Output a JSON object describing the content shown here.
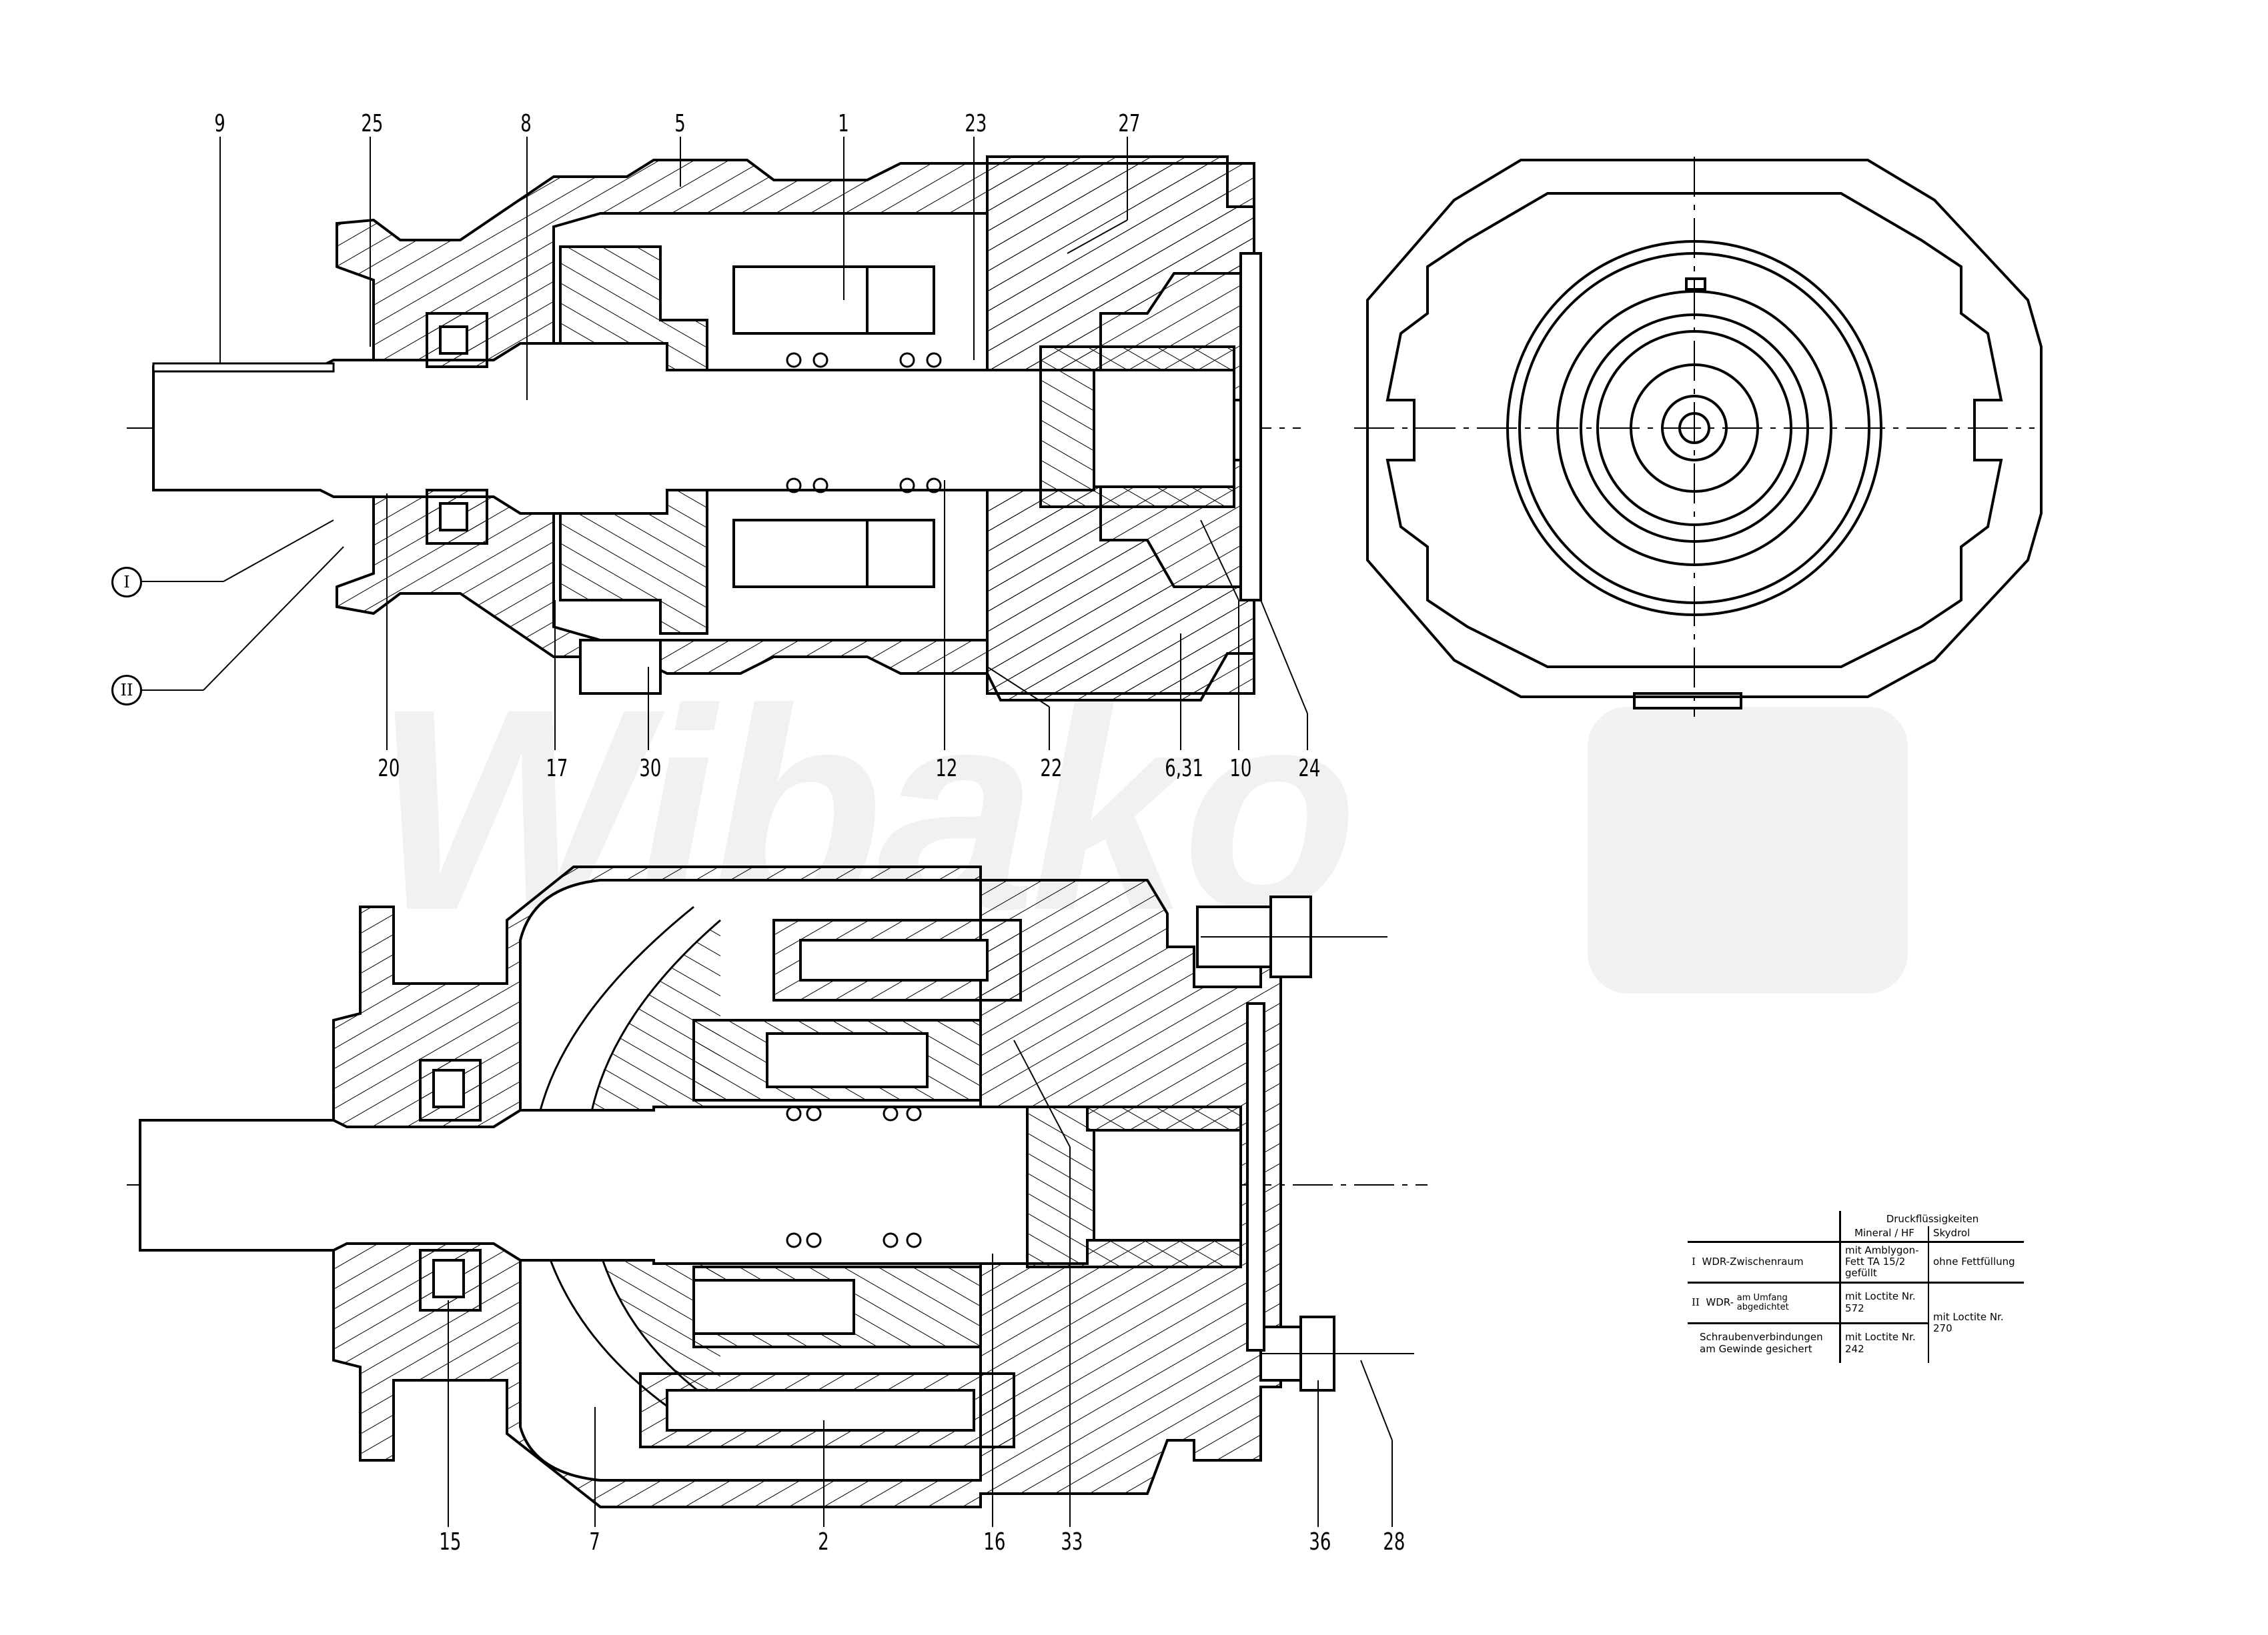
{
  "drawing": {
    "title": "Axial piston unit — sectional views",
    "watermark": "Wibako",
    "view1_labels_top": [
      "9",
      "25",
      "8",
      "5",
      "1",
      "23",
      "27"
    ],
    "view1_labels_bottom": [
      "20",
      "17",
      "30",
      "12",
      "22",
      "6,31",
      "10",
      "24"
    ],
    "view1_roman_callouts": [
      "I",
      "II"
    ],
    "view2_labels_bottom": [
      "15",
      "7",
      "2",
      "16",
      "33",
      "36",
      "28"
    ]
  },
  "table": {
    "header_group": "Druckflüssigkeiten",
    "col_mineral": "Mineral / HF",
    "col_skydrol": "Skydrol",
    "rows": [
      {
        "numeral": "I",
        "label": "WDR-Zwischenraum",
        "mineral": "mit Amblygon-Fett TA 15/2 gefüllt",
        "skydrol": "ohne Fettfüllung"
      },
      {
        "numeral": "II",
        "label_prefix": "WDR-",
        "label_line1": "am Umfang",
        "label_line2": "abgedichtet",
        "mineral": "mit Loctite Nr. 572"
      },
      {
        "numeral": "",
        "label_line1": "Schraubenverbindungen",
        "label_line2": "am Gewinde gesichert",
        "mineral": "mit Loctite Nr. 242"
      }
    ],
    "skydrol_merged": "mit Loctite Nr. 270"
  }
}
